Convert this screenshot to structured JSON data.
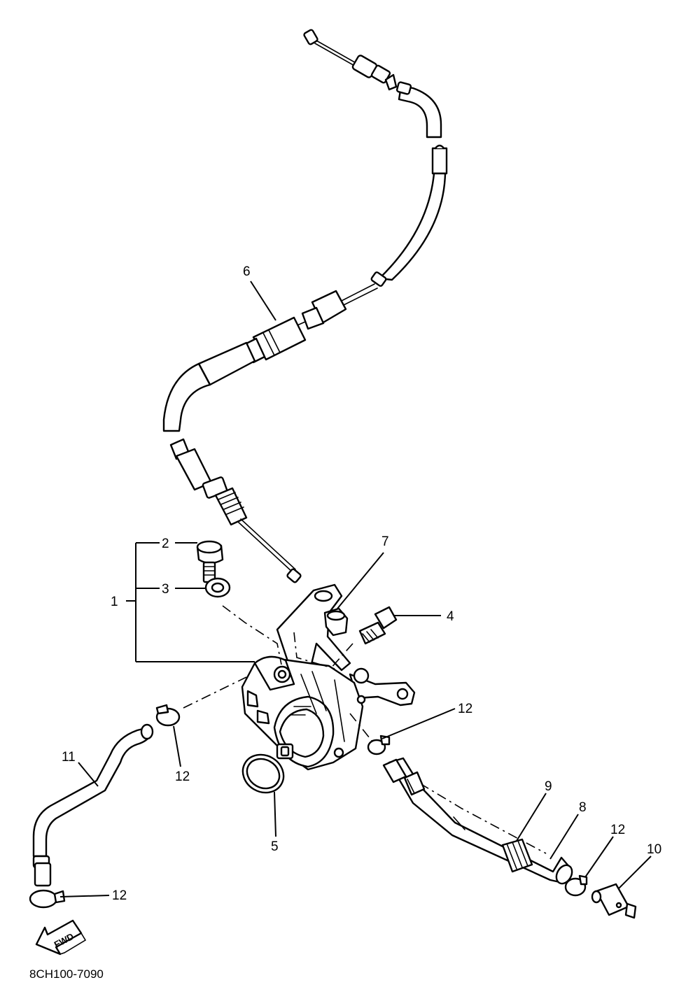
{
  "diagram_code": "8CH100-7090",
  "fwd_label": "FWD",
  "callouts": {
    "c1": "1",
    "c2": "2",
    "c3": "3",
    "c4": "4",
    "c5": "5",
    "c6": "6",
    "c7": "7",
    "c8": "8",
    "c9": "9",
    "c10": "10",
    "c11": "11",
    "c12a": "12",
    "c12b": "12",
    "c12c": "12",
    "c12d": "12"
  }
}
